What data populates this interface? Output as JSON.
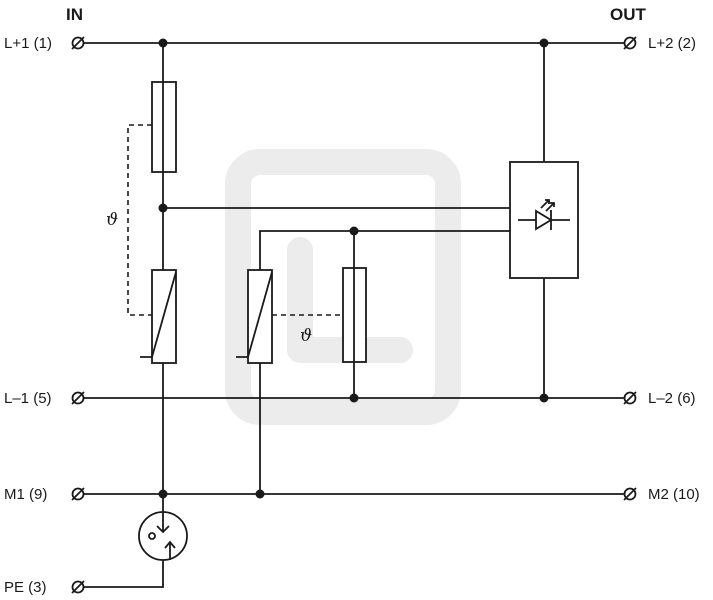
{
  "headers": {
    "in": "IN",
    "out": "OUT"
  },
  "terminals": {
    "l1_in": "L+1 (1)",
    "l2_out": "L+2 (2)",
    "lminus1_in": "L–1 (5)",
    "lminus2_out": "L–2 (6)",
    "m1_in": "M1 (9)",
    "m2_out": "M2 (10)",
    "pe": "PE (3)"
  },
  "symbols": {
    "thermal_1": "ϑ",
    "thermal_2": "ϑ"
  },
  "icons": {
    "terminal": "terminal-circle-slash-icon",
    "led": "led-icon",
    "gas_discharge_tube": "gas-discharge-tube-icon",
    "varistor": "varistor-icon",
    "fuse": "fuse-icon"
  },
  "colors": {
    "line": "#1a1a1a",
    "background": "#ffffff"
  }
}
